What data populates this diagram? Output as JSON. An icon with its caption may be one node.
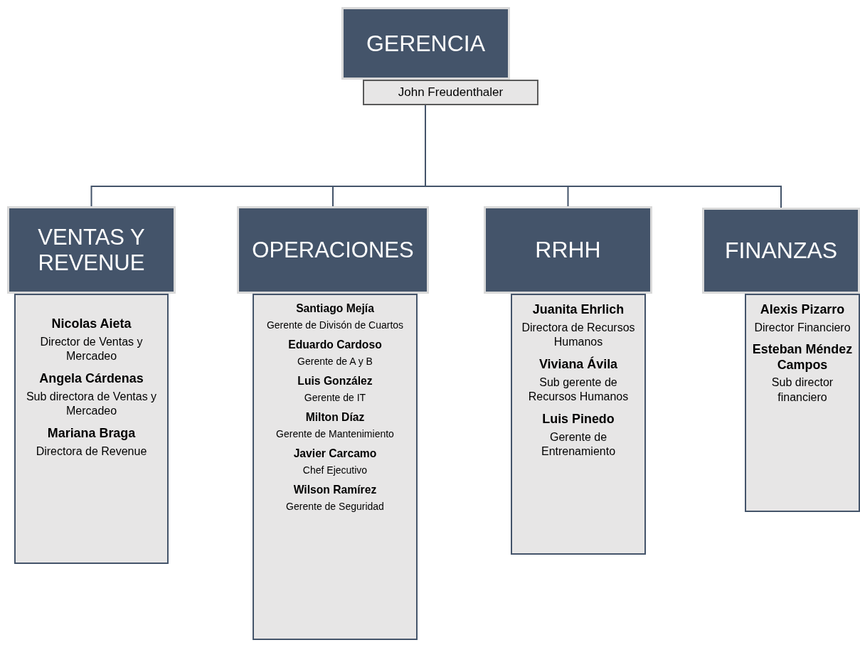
{
  "diagram": {
    "nodes": [
      {
        "text": [
          "GERENCIA"
        ]
      },
      {
        "text": [
          "John Freudenthaler"
        ]
      },
      {
        "text": [
          "VENTAS Y REVENUE"
        ]
      },
      {
        "text": [
          "Nicolas Aieta",
          "Director de Ventas y Mercadeo",
          "Angela Cárdenas",
          "Sub directora de Ventas y Mercadeo",
          "Mariana Braga",
          "Directora de Revenue"
        ]
      },
      {
        "text": [
          "OPERACIONES"
        ]
      },
      {
        "text": [
          "Santiago Mejía",
          "Gerente de Divisón de Cuartos",
          "Eduardo Cardoso",
          "Gerente de A y B",
          "Luis González",
          "Gerente de IT",
          "Milton Díaz",
          "Gerente de Mantenimiento",
          "Javier Carcamo",
          "Chef Ejecutivo",
          "Wilson Ramírez",
          "Gerente de Seguridad"
        ]
      },
      {
        "text": [
          "RRHH"
        ]
      },
      {
        "text": [
          "Juanita Ehrlich",
          "Directora de Recursos Humanos",
          "Viviana Ávila",
          "Sub gerente de Recursos Humanos",
          "Luis Pinedo",
          "Gerente de Entrenamiento"
        ]
      },
      {
        "text": [
          "FINANZAS"
        ]
      },
      {
        "text": [
          "Alexis Pizarro",
          "Director Financiero",
          "Esteban Méndez Campos",
          "Sub director financiero"
        ]
      }
    ],
    "edges": [
      {
        "from": 1,
        "to": 2,
        "arrow": "none"
      },
      {
        "from": 1,
        "to": 4,
        "arrow": "none"
      },
      {
        "from": 1,
        "to": 6,
        "arrow": "none"
      },
      {
        "from": 1,
        "to": 8,
        "arrow": "none"
      }
    ]
  }
}
